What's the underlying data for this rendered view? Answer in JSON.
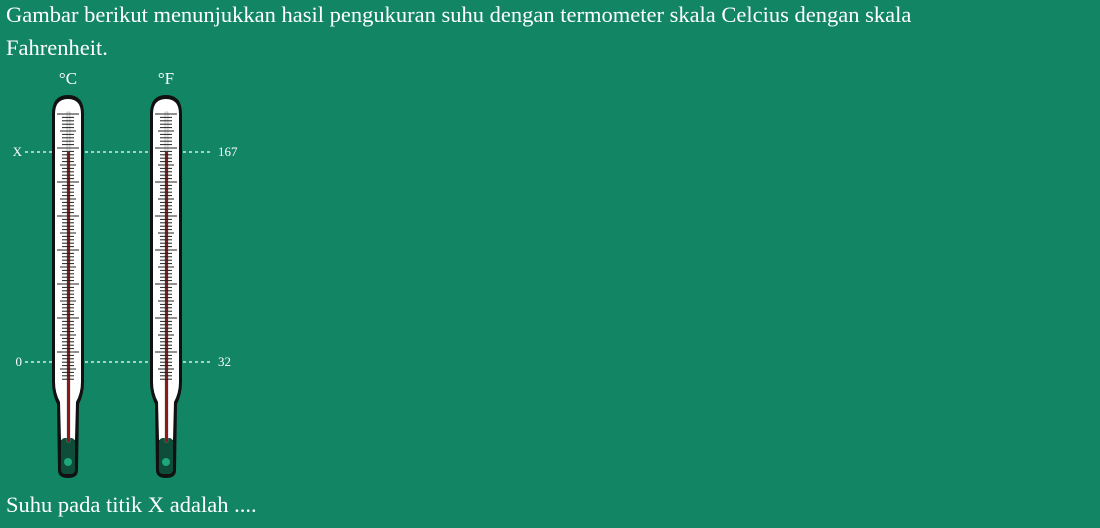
{
  "question": {
    "text": "Gambar berikut menunjukkan hasil pengukuran suhu dengan termometer skala Celcius dengan skala Fahrenheit."
  },
  "figure": {
    "celsius": {
      "unit_label": "°C",
      "upper_label": "X",
      "lower_label": "0"
    },
    "fahrenheit": {
      "unit_label": "°F",
      "upper_label": "167",
      "lower_label": "32"
    },
    "colors": {
      "background": "#118564",
      "mercury": "#8b1a1a",
      "tube": "#ffffff",
      "outline": "#111111",
      "dotted_line": "#ffffff"
    }
  },
  "prompt": {
    "text": "Suhu pada titik X adalah ...."
  }
}
